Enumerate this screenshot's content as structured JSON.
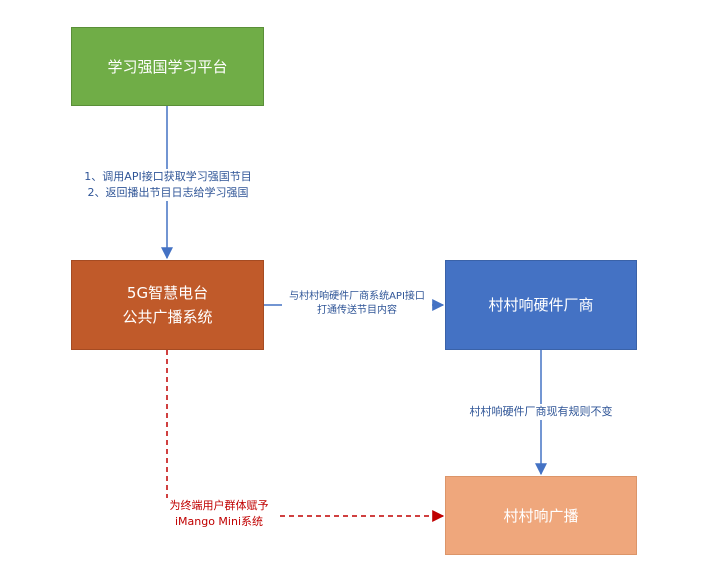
{
  "nodes": {
    "platform": "学习强国学习平台",
    "radio_line1": "5G智慧电台",
    "radio_line2": "公共广播系统",
    "vendor": "村村响硬件厂商",
    "broadcast": "村村响广播"
  },
  "edges": {
    "platform_to_radio": [
      "1、调用API接口获取学习强国节目",
      "2、返回播出节目日志给学习强国"
    ],
    "radio_to_vendor": [
      "与村村响硬件厂商系统API接口",
      "打通传送节目内容"
    ],
    "vendor_to_broadcast": "村村响硬件厂商现有规则不变",
    "radio_to_broadcast": [
      "为终端用户群体赋予",
      "iMango Mini系统"
    ]
  },
  "colors": {
    "green": "#70ad47",
    "orange": "#c05a2a",
    "blue": "#4472c4",
    "salmon": "#efa77c",
    "arrow_blue": "#4472c4",
    "arrow_red": "#c00000"
  }
}
